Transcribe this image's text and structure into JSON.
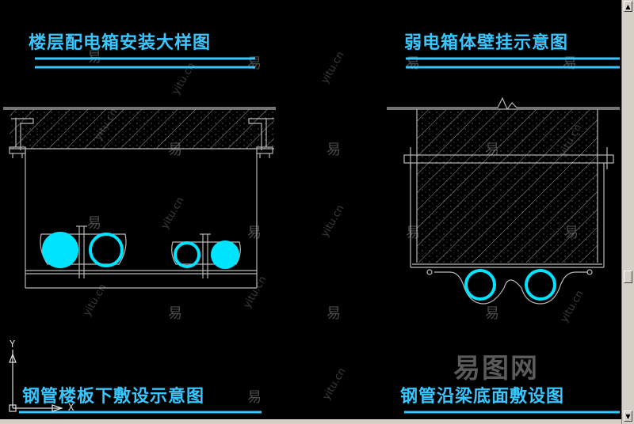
{
  "titles": {
    "top_left": "楼层配电箱安装大样图",
    "top_right": "弱电箱体壁挂示意图",
    "bottom_left": "钢管楼板下敷设示意图",
    "bottom_right": "钢管沿梁底面敷设图"
  },
  "ucs": {
    "y_label": "Y",
    "x_label": "X"
  },
  "watermark": {
    "glyph": "易",
    "domain": "yitu.cn",
    "brand": "易图网"
  },
  "colors": {
    "cyan": "#39c6ff",
    "pipe_fill": "#00e5ff",
    "line": "#b8b8b8",
    "hatch": "#9a9a9a",
    "background": "#000000"
  }
}
